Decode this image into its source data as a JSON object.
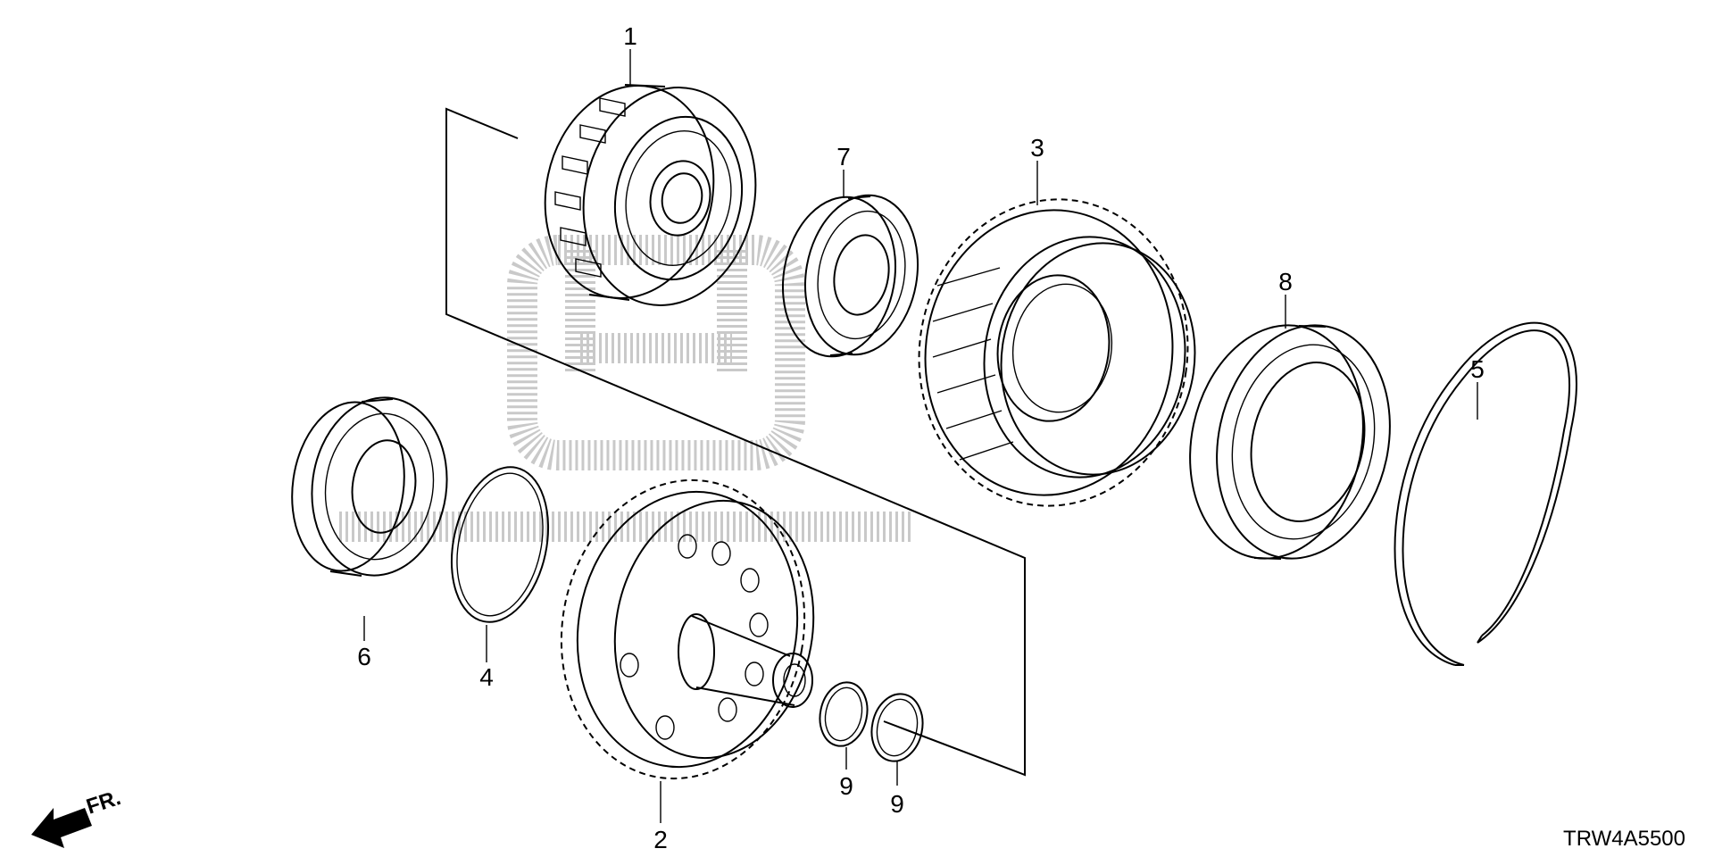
{
  "diagram_code": "TRW4A5500",
  "direction_label": "FR.",
  "parts": [
    {
      "ref": "1",
      "name": "clutch-drum-assembly"
    },
    {
      "ref": "2",
      "name": "output-gear-shaft"
    },
    {
      "ref": "3",
      "name": "helical-gear"
    },
    {
      "ref": "4",
      "name": "snap-ring-small"
    },
    {
      "ref": "5",
      "name": "snap-ring-large"
    },
    {
      "ref": "6",
      "name": "ball-bearing"
    },
    {
      "ref": "7",
      "name": "ball-bearing"
    },
    {
      "ref": "8",
      "name": "thrust-bearing"
    },
    {
      "ref": "9a",
      "label": "9",
      "name": "o-ring"
    },
    {
      "ref": "9b",
      "label": "9",
      "name": "o-ring"
    }
  ],
  "labels": {
    "p1": "1",
    "p2": "2",
    "p3": "3",
    "p4": "4",
    "p5": "5",
    "p6": "6",
    "p7": "7",
    "p8": "8",
    "p9a": "9",
    "p9b": "9"
  },
  "colors": {
    "line": "#000000",
    "watermark": "#c9c9c9",
    "background": "#ffffff"
  }
}
